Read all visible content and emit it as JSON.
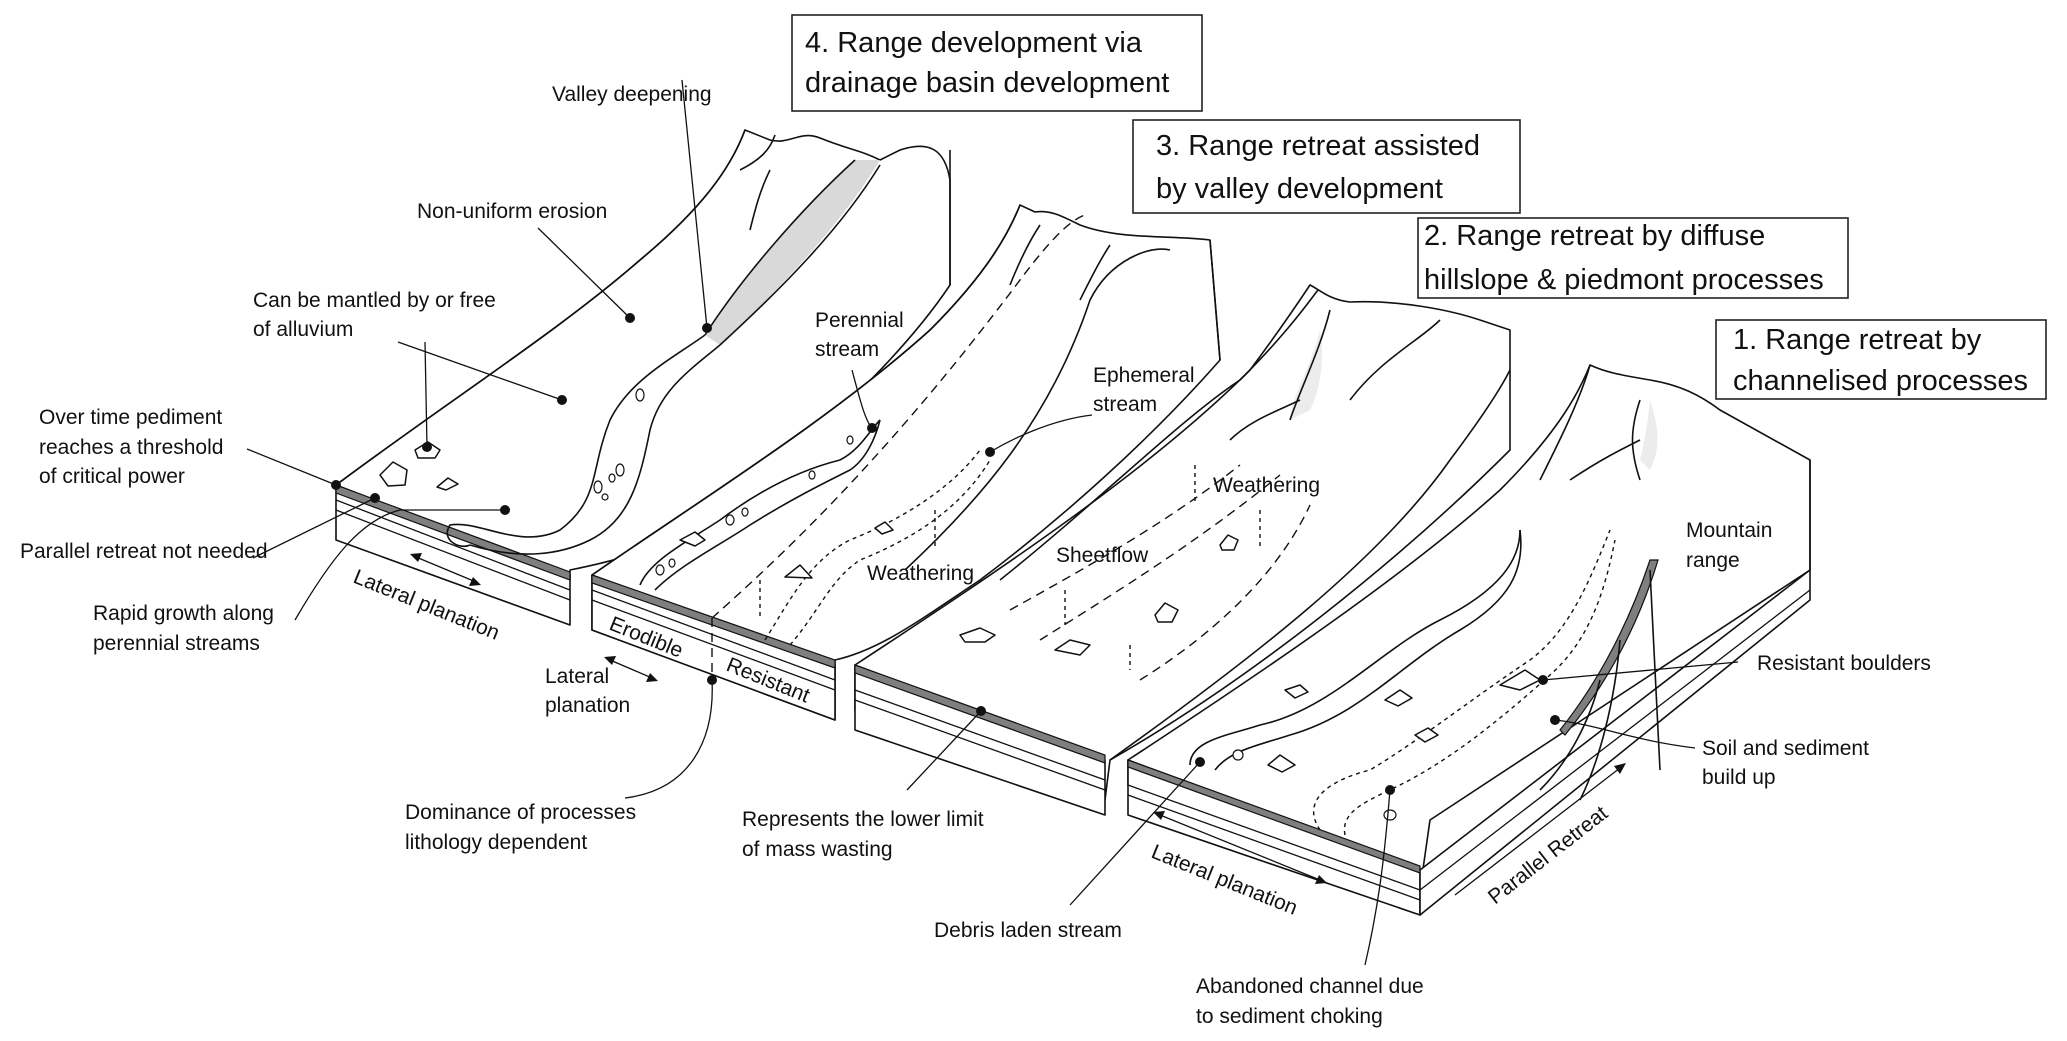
{
  "stages": [
    {
      "id": 4,
      "line1": "4. Range development via",
      "line2": "drainage basin development"
    },
    {
      "id": 3,
      "line1": "3. Range retreat assisted",
      "line2": "by valley development"
    },
    {
      "id": 2,
      "line1": "2. Range retreat by diffuse",
      "line2": "hillslope & piedmont processes"
    },
    {
      "id": 1,
      "line1": "1. Range retreat by",
      "line2": "channelised processes"
    }
  ],
  "labels": {
    "valley_deepening": "Valley deepening",
    "non_uniform_erosion": "Non-uniform erosion",
    "mantled_1": "Can be mantled by or free",
    "mantled_2": "of alluvium",
    "threshold_1": "Over time pediment",
    "threshold_2": "reaches a threshold",
    "threshold_3": "of critical power",
    "parallel_not_needed": "Parallel retreat not needed",
    "rapid_growth_1": "Rapid growth along",
    "rapid_growth_2": "perennial streams",
    "lateral_planation_4": "Lateral planation",
    "perennial_1": "Perennial",
    "perennial_2": "stream",
    "ephemeral_1": "Ephemeral",
    "ephemeral_2": "stream",
    "weathering_3": "Weathering",
    "erodible": "Erodible",
    "resistant": "Resistant",
    "lateral_3_1": "Lateral",
    "lateral_3_2": "planation",
    "dominance_1": "Dominance of processes",
    "dominance_2": "lithology dependent",
    "sheetflow": "Sheetflow",
    "weathering_2": "Weathering",
    "lower_limit_1": "Represents the lower limit",
    "lower_limit_2": "of mass wasting",
    "mountain_1": "Mountain",
    "mountain_2": "range",
    "resistant_boulders": "Resistant boulders",
    "soil_1": "Soil and sediment",
    "soil_2": "build up",
    "lateral_planation_1": "Lateral planation",
    "parallel_retreat": "Parallel Retreat",
    "debris_stream": "Debris laden stream",
    "abandoned_1": "Abandoned channel due",
    "abandoned_2": "to sediment choking"
  }
}
